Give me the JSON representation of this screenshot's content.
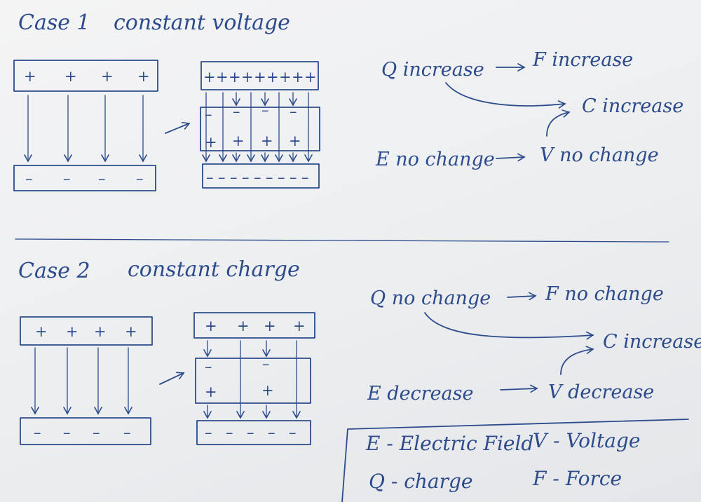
{
  "case1": {
    "title": "Case 1",
    "subtitle": "constant voltage",
    "relations": {
      "q": "Q increase",
      "f": "F increase",
      "c": "C increase",
      "e": "E no change",
      "v": "V no change"
    },
    "arrow": "→"
  },
  "case2": {
    "title": "Case 2",
    "subtitle": "constant charge",
    "relations": {
      "q": "Q no change",
      "f": "F no change",
      "c": "C increase",
      "e": "E decrease",
      "v": "V decrease"
    },
    "arrow": "→"
  },
  "legend": {
    "e": "E - Electric Field",
    "v": "V - Voltage",
    "q": "Q - charge",
    "f": "F - Force"
  },
  "signs": {
    "plus": "+",
    "minus": "–"
  },
  "colors": {
    "ink": "#2c4b8c",
    "paper": "#eceef0"
  }
}
